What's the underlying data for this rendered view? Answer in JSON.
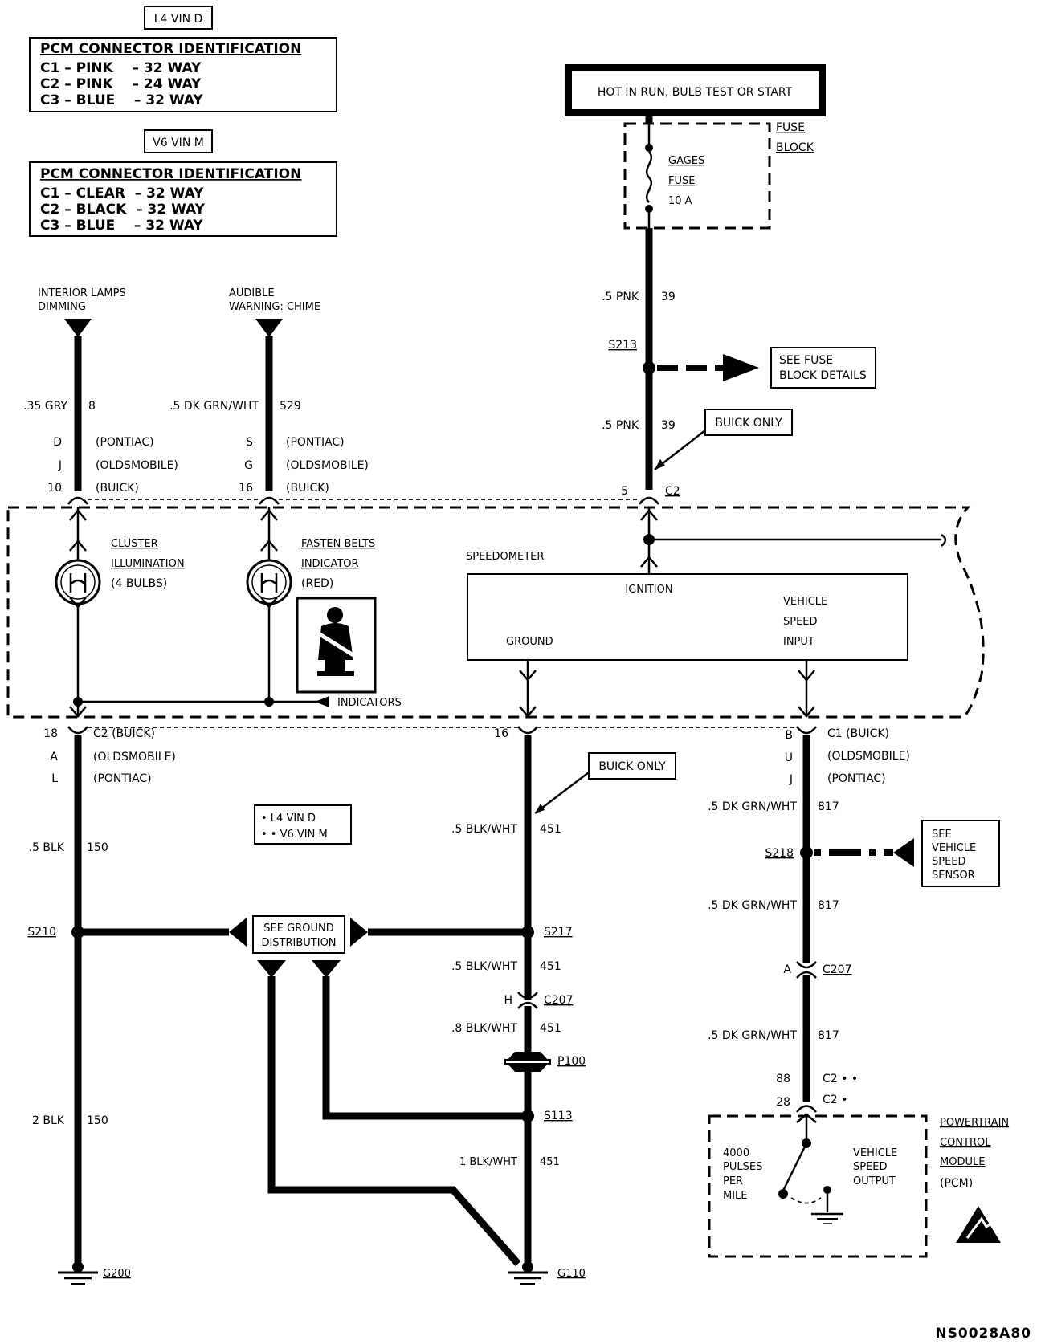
{
  "pcm_ids": [
    {
      "tag": "L4 VIN D",
      "title": "PCM CONNECTOR IDENTIFICATION",
      "rows": [
        "C1 – PINK    – 32 WAY",
        "C2 – PINK    – 24 WAY",
        "C3 – BLUE    – 32 WAY"
      ]
    },
    {
      "tag": "V6 VIN M",
      "title": "PCM CONNECTOR IDENTIFICATION",
      "rows": [
        "C1 – CLEAR  – 32 WAY",
        "C2 – BLACK  – 32 WAY",
        "C3 – BLUE    – 32 WAY"
      ]
    }
  ],
  "power": {
    "title": "HOT IN RUN, BULB TEST OR START",
    "fuse_block": [
      "FUSE",
      "BLOCK"
    ],
    "fuse": [
      "GAGES",
      "FUSE",
      "10 A"
    ],
    "wire_top": {
      "gauge": ".5 PNK",
      "circuit": "39"
    },
    "splice": "S213",
    "see": [
      "SEE FUSE",
      "BLOCK DETAILS"
    ],
    "wire_bottom": {
      "gauge": ".5 PNK",
      "circuit": "39"
    },
    "buick_only": "BUICK ONLY",
    "pin": "5",
    "conn": "C2"
  },
  "left": {
    "lamp_dest": [
      "INTERIOR LAMPS",
      "DIMMING"
    ],
    "chime_dest": [
      "AUDIBLE",
      "WARNING: CHIME"
    ],
    "wire1": {
      "gauge": ".35 GRY",
      "circuit": "8"
    },
    "wire2": {
      "gauge": ".5 DK GRN/WHT",
      "circuit": "529"
    },
    "pins1": [
      "D",
      "J",
      "10"
    ],
    "pins2": [
      "S",
      "G",
      "16"
    ],
    "makes": [
      "(PONTIAC)",
      "(OLDSMOBILE)",
      "(BUICK)"
    ]
  },
  "cluster": {
    "lamp1": [
      "CLUSTER",
      "ILLUMINATION",
      "(4 BULBS)"
    ],
    "lamp2": [
      "FASTEN BELTS",
      "INDICATOR",
      "(RED)"
    ],
    "indicators": "INDICATORS",
    "speedometer": "SPEEDOMETER",
    "ignition": "IGNITION",
    "vss": [
      "VEHICLE",
      "SPEED",
      "INPUT"
    ],
    "ground": "GROUND"
  },
  "bottom_left": {
    "pins": [
      "18",
      "A",
      "L"
    ],
    "conn_labels": [
      "C2  (BUICK)",
      "(OLDSMOBILE)",
      "(PONTIAC)"
    ],
    "wire1": {
      "gauge": ".5 BLK",
      "circuit": "150"
    },
    "splice": "S210",
    "wire2": {
      "gauge": "2 BLK",
      "circuit": "150"
    },
    "ground": "G200"
  },
  "legend": [
    "• L4 VIN D",
    "• • V6 VIN M"
  ],
  "ground_dist": [
    "SEE GROUND",
    "DISTRIBUTION"
  ],
  "middle": {
    "pin": "16",
    "buick_only": "BUICK ONLY",
    "w1": {
      "gauge": ".5 BLK/WHT",
      "circuit": "451"
    },
    "s217": "S217",
    "w2": {
      "gauge": ".5 BLK/WHT",
      "circuit": "451"
    },
    "c207_pin": "H",
    "c207": "C207",
    "w3": {
      "gauge": ".8 BLK/WHT",
      "circuit": "451"
    },
    "p100": "P100",
    "s113": "S113",
    "w4": {
      "gauge": "1 BLK/WHT",
      "circuit": "451"
    },
    "ground": "G110"
  },
  "right": {
    "pins": [
      "B",
      "U",
      "J"
    ],
    "conn_labels": [
      "C1  (BUICK)",
      "(OLDSMOBILE)",
      "(PONTIAC)"
    ],
    "w1": {
      "gauge": ".5 DK GRN/WHT",
      "circuit": "817"
    },
    "splice": "S218",
    "see": [
      "SEE",
      "VEHICLE",
      "SPEED",
      "SENSOR"
    ],
    "w2": {
      "gauge": ".5 DK GRN/WHT",
      "circuit": "817"
    },
    "c207_pin": "A",
    "c207": "C207",
    "w3": {
      "gauge": ".5 DK GRN/WHT",
      "circuit": "817"
    },
    "pin88": "88",
    "c2_88": "C2 • •",
    "pin28": "28",
    "c2_28": "C2 •",
    "pcm": [
      "POWERTRAIN",
      "CONTROL",
      "MODULE",
      "(PCM)"
    ],
    "pulses": [
      "4000",
      "PULSES",
      "PER",
      "MILE"
    ],
    "vso": [
      "VEHICLE",
      "SPEED",
      "OUTPUT"
    ]
  },
  "code": "NS0028A80"
}
